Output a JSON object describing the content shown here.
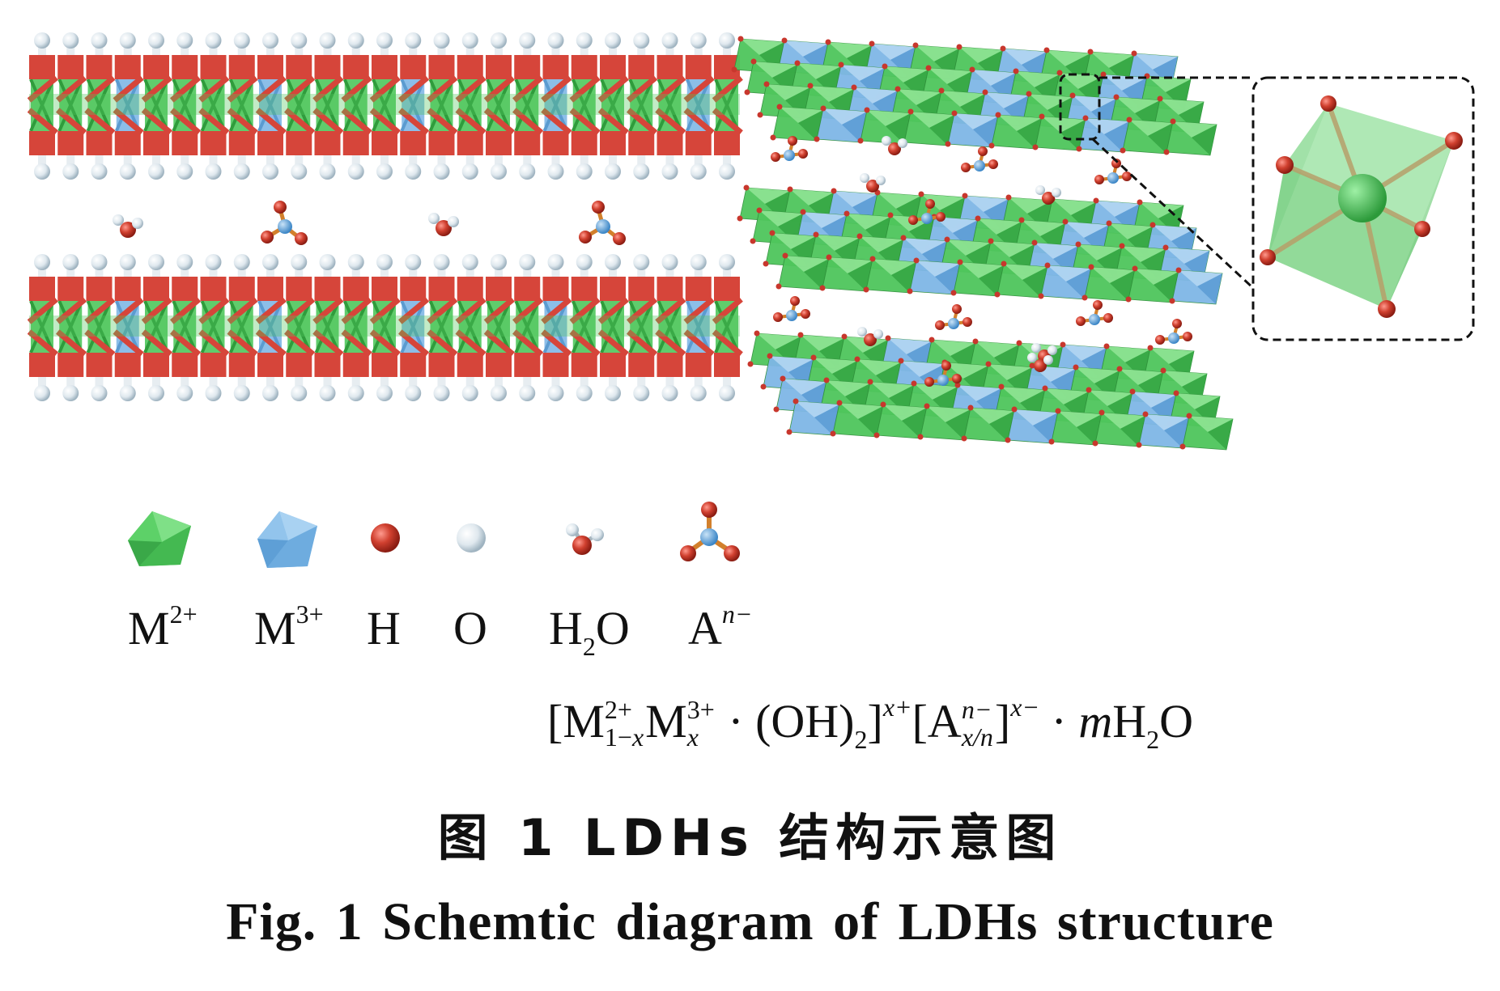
{
  "legend": {
    "items": [
      {
        "key": "m2",
        "symbol": "M",
        "sup": "2+",
        "color": "#4fc65c",
        "icon": "green-octahedron-icon"
      },
      {
        "key": "m3",
        "symbol": "M",
        "sup": "3+",
        "color": "#7fb7e6",
        "icon": "blue-octahedron-icon"
      },
      {
        "key": "h",
        "symbol": "H",
        "color": "#c8372d",
        "icon": "red-sphere-icon"
      },
      {
        "key": "o",
        "symbol": "O",
        "color": "#d9e6ee",
        "icon": "white-sphere-icon"
      },
      {
        "key": "h2o",
        "symbol_a": "H",
        "sub": "2",
        "symbol_b": "O",
        "icon": "water-molecule-icon"
      },
      {
        "key": "an",
        "symbol": "A",
        "sup": "n−",
        "icon": "anion-molecule-icon"
      }
    ]
  },
  "formula": {
    "open": "[M",
    "s1_sup": "2+",
    "s1_sub": "1−",
    "s1_sub_var": "x",
    "m2": "M",
    "s2_sup": "3+",
    "s2_sub": "x",
    "dot1": " · (OH)",
    "oh_sub": "2",
    "close1": "]",
    "charge1": "x+",
    "open2": "[A",
    "s3_sup": "n−",
    "s3_sub": "x/n",
    "close2": "]",
    "charge2": "x−",
    "dot2": " · ",
    "m": "m",
    "water": "H",
    "water_sub": "2",
    "water_end": "O"
  },
  "caption_cn": "图 1   LDHs 结构示意图",
  "caption_en": "Fig. 1    Schemtic diagram of LDHs structure",
  "colors": {
    "green": "#4fc65c",
    "blue": "#7fb7e6",
    "red": "#c8372d",
    "white_h": "#d9e6ee"
  }
}
